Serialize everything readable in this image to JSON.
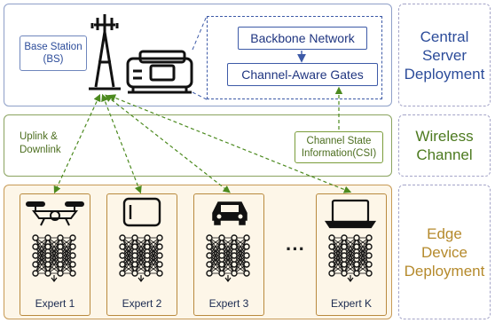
{
  "layers": {
    "central": "Central\nServer\nDeployment",
    "wireless": "Wireless\nChannel",
    "edge": "Edge\nDevice\nDeployment"
  },
  "layer_colors": {
    "central": "#2c4c9a",
    "wireless": "#4c7a1f",
    "edge": "#b58a2c"
  },
  "central": {
    "base_station": "Base Station\n(BS)",
    "backbone": "Backbone Network",
    "gates": "Channel-Aware Gates"
  },
  "wireless": {
    "uplink": "Uplink &\nDownlink",
    "csi": "Channel State\nInformation(CSI)"
  },
  "edge": {
    "ellipsis": "···",
    "experts": [
      {
        "label": "Expert 1",
        "device": "drone-icon"
      },
      {
        "label": "Expert 2",
        "device": "phone-icon"
      },
      {
        "label": "Expert 3",
        "device": "car-icon"
      },
      {
        "label": "Expert K",
        "device": "laptop-icon"
      }
    ]
  }
}
